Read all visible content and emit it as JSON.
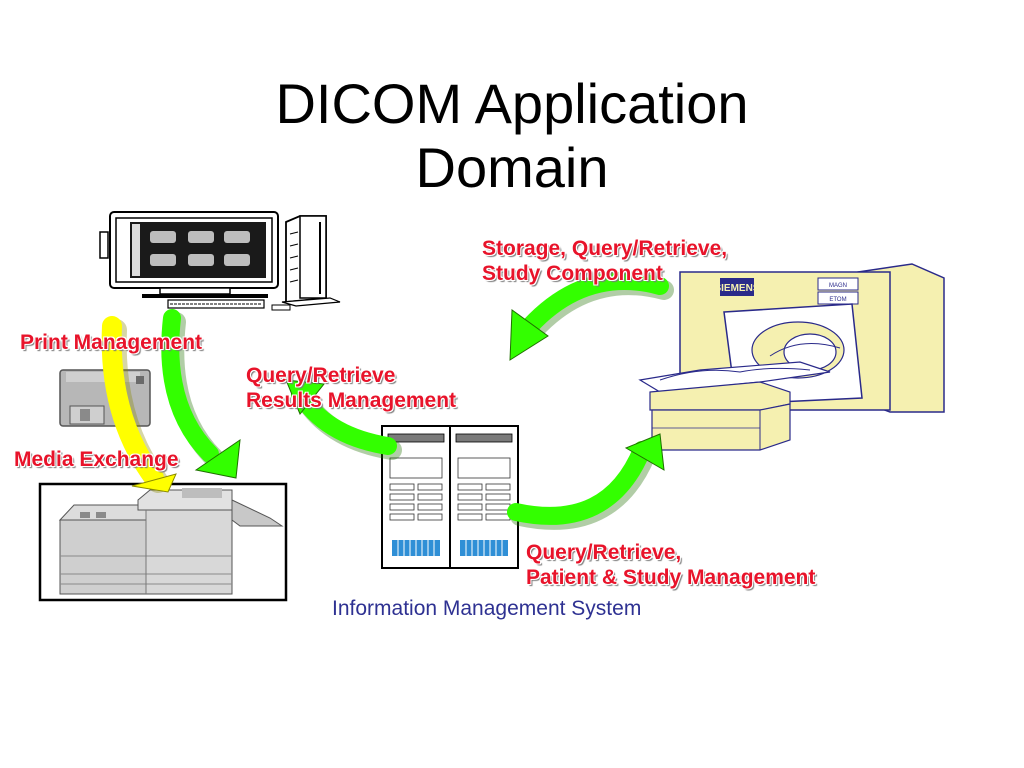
{
  "title": {
    "line1": "DICOM Application",
    "line2": "Domain"
  },
  "labels": {
    "storage_line1": "Storage, Query/Retrieve,",
    "storage_line2": "Study Component",
    "print_management": "Print Management",
    "qr_results_line1": "Query/Retrieve",
    "qr_results_line2": "Results Management",
    "media_exchange": "Media Exchange",
    "qr_patient_line1": "Query/Retrieve,",
    "qr_patient_line2": "Patient & Study Management",
    "info_system": "Information Management System"
  },
  "devices": {
    "scanner_brand": "SIEMENS",
    "scanner_panel_1": "MAGN",
    "scanner_panel_2": "ETOM"
  },
  "colors": {
    "label_red": "#e8132a",
    "label_blue": "#2e3192",
    "arrow_green": "#33ff00",
    "arrow_yellow": "#ffff00",
    "scanner_cream": "#f5f0b0",
    "scanner_outline": "#2a2a8a"
  },
  "icons": [
    "workstation-icon",
    "floppy-disk-icon",
    "laser-printer-icon",
    "server-rack-icon",
    "mri-scanner-icon"
  ]
}
